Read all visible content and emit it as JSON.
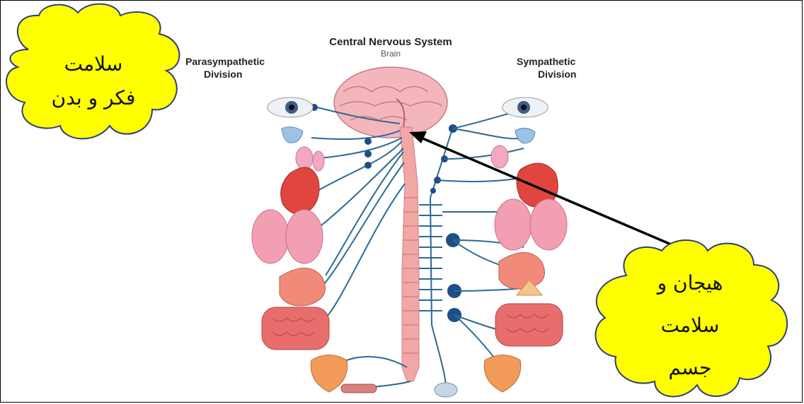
{
  "diagram": {
    "title": "Central Nervous System",
    "subtitle": "Brain",
    "left_division": [
      "Parasympathetic",
      "Division"
    ],
    "right_division": [
      "Sympathetic",
      "Division"
    ]
  },
  "cloud_top_left": {
    "lines": [
      "سلامت",
      "فکر و بدن"
    ]
  },
  "cloud_bottom_right": {
    "lines": [
      "هیجان و",
      "سلامت",
      "جسم"
    ]
  },
  "colors": {
    "cloud_fill": "#ffff00",
    "nerve": "#2b6a94",
    "ganglion": "#1d4f86",
    "spine": "#f2a7a7",
    "brain": "#f4b6bd"
  }
}
